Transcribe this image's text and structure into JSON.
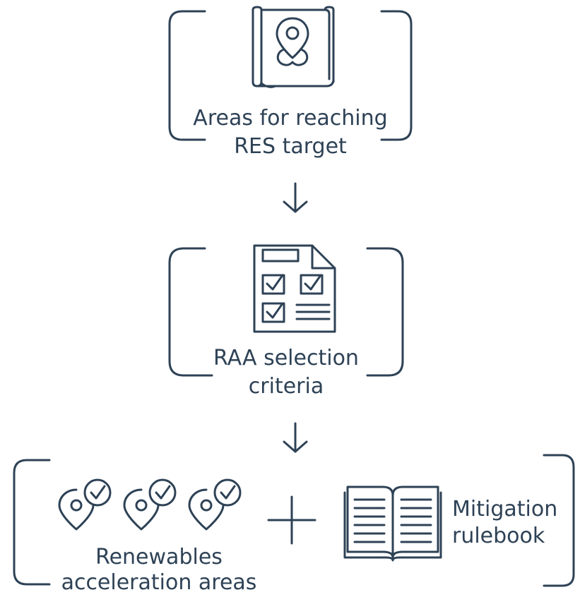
{
  "colors": {
    "stroke": "#2e4256",
    "background": "#ffffff"
  },
  "step1": {
    "icon": "map-pin-scroll-icon",
    "line1": "Areas for reaching",
    "line2": "RES target"
  },
  "step2": {
    "icon": "checklist-document-icon",
    "line1": "RAA selection",
    "line2": "criteria"
  },
  "step3": {
    "left": {
      "icon": "location-pin-check-icon",
      "line1": "Renewables",
      "line2": "acceleration areas"
    },
    "plus_icon": "plus-icon",
    "right": {
      "icon": "open-book-icon",
      "line1": "Mitigation",
      "line2": "rulebook"
    }
  },
  "arrow_icon": "arrow-down-icon"
}
